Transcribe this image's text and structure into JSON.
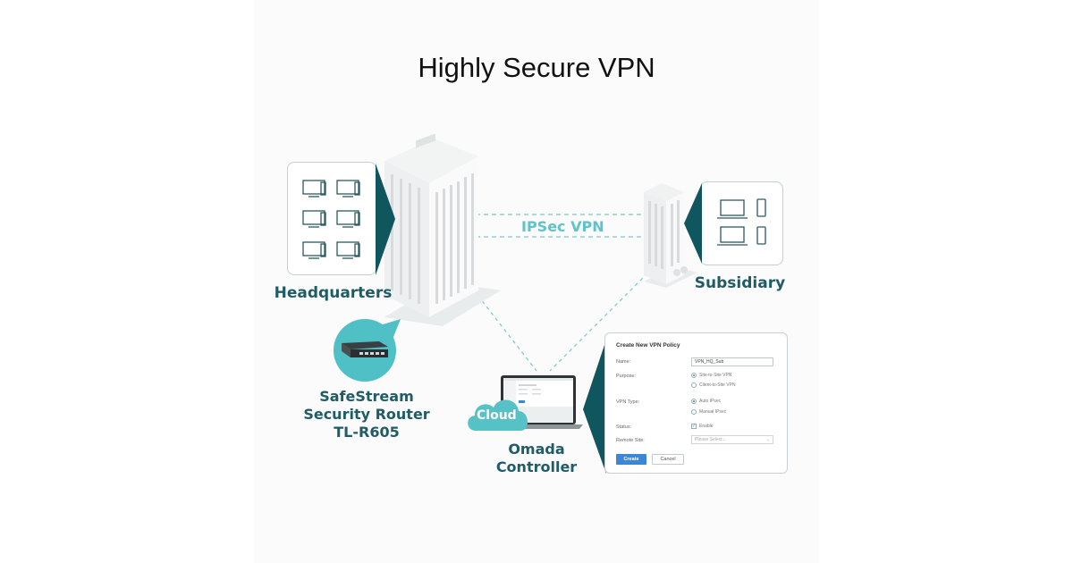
{
  "title": "Highly Secure VPN",
  "colors": {
    "teal_dark": "#1f5c66",
    "accent_teal": "#5fc3c9",
    "pointer_dark": "#10565f",
    "button_blue": "#3c86d6"
  },
  "nodes": {
    "headquarters": {
      "label": "Headquarters",
      "devices": [
        "desktop-icon",
        "desktop-icon",
        "desktop-icon",
        "desktop-icon",
        "desktop-icon",
        "desktop-icon"
      ]
    },
    "subsidiary": {
      "label": "Subsidiary",
      "devices": [
        "laptop-icon",
        "phone-icon",
        "laptop-icon",
        "phone-icon"
      ]
    },
    "router": {
      "line1": "SafeStream",
      "line2": "Security Router",
      "line3": "TL-R605"
    },
    "controller": {
      "cloud_label": "Cloud",
      "line1": "Omada",
      "line2": "Controller"
    }
  },
  "connection": {
    "label": "IPSec VPN"
  },
  "vpn_form": {
    "title": "Create New VPN Policy",
    "name_label": "Name:",
    "name_value": "VPN_HQ_Sub",
    "purpose_label": "Purpose:",
    "purpose_options": [
      "Site-to-Site VPN",
      "Client-to-Site VPN"
    ],
    "purpose_selected": "Site-to-Site VPN",
    "vpn_type_label": "VPN Type:",
    "vpn_type_options": [
      "Auto IPsec",
      "Manual IPsec"
    ],
    "vpn_type_selected": "Auto IPsec",
    "status_label": "Status:",
    "status_option": "Enable",
    "status_checked": true,
    "remote_site_label": "Remote Site:",
    "remote_site_placeholder": "Please Select...",
    "create_label": "Create",
    "cancel_label": "Cancel"
  }
}
